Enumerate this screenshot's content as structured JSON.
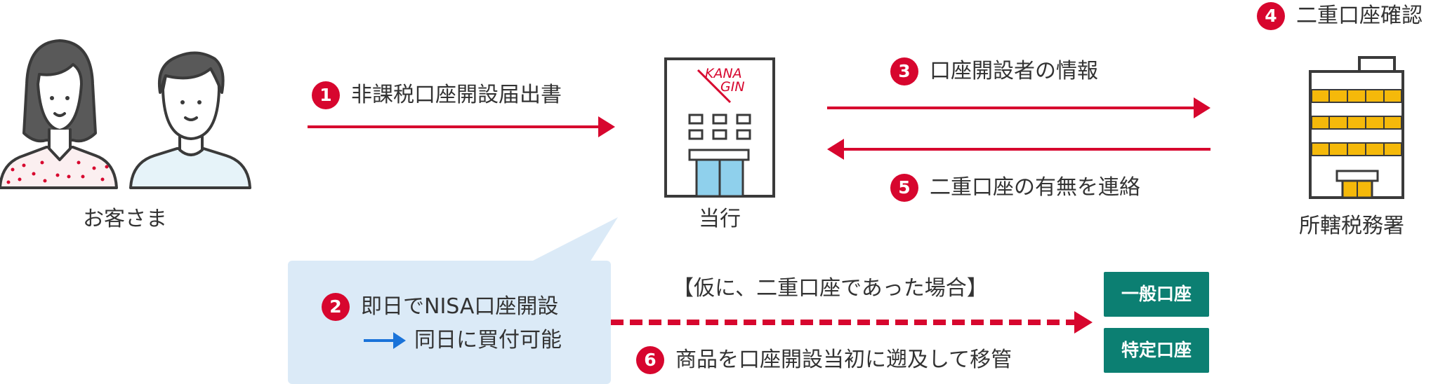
{
  "customers": {
    "label": "お客さま"
  },
  "bank": {
    "label": "当行",
    "logo_text_1": "KANA",
    "logo_text_2": "GIN"
  },
  "tax_office": {
    "label": "所轄税務署"
  },
  "steps": [
    {
      "num": "1",
      "text": "非課税口座開設届出書"
    },
    {
      "num": "2",
      "text": "即日でNISA口座開設",
      "subtext": "同日に買付可能"
    },
    {
      "num": "3",
      "text": "口座開設者の情報"
    },
    {
      "num": "4",
      "text": "二重口座確認"
    },
    {
      "num": "5",
      "text": "二重口座の有無を連絡"
    },
    {
      "num": "6",
      "text": "商品を口座開設当初に遡及して移管"
    }
  ],
  "duplicate_note": "【仮に、二重口座であった場合】",
  "accounts": [
    {
      "label": "一般口座"
    },
    {
      "label": "特定口座"
    }
  ],
  "colors": {
    "accent_red": "#d7062e",
    "callout_bg": "#dbeaf7",
    "account_green": "#0c7f72",
    "arrow_blue": "#1a73d9",
    "window_yellow": "#f5b90a",
    "door_blue": "#8fd0ec"
  }
}
